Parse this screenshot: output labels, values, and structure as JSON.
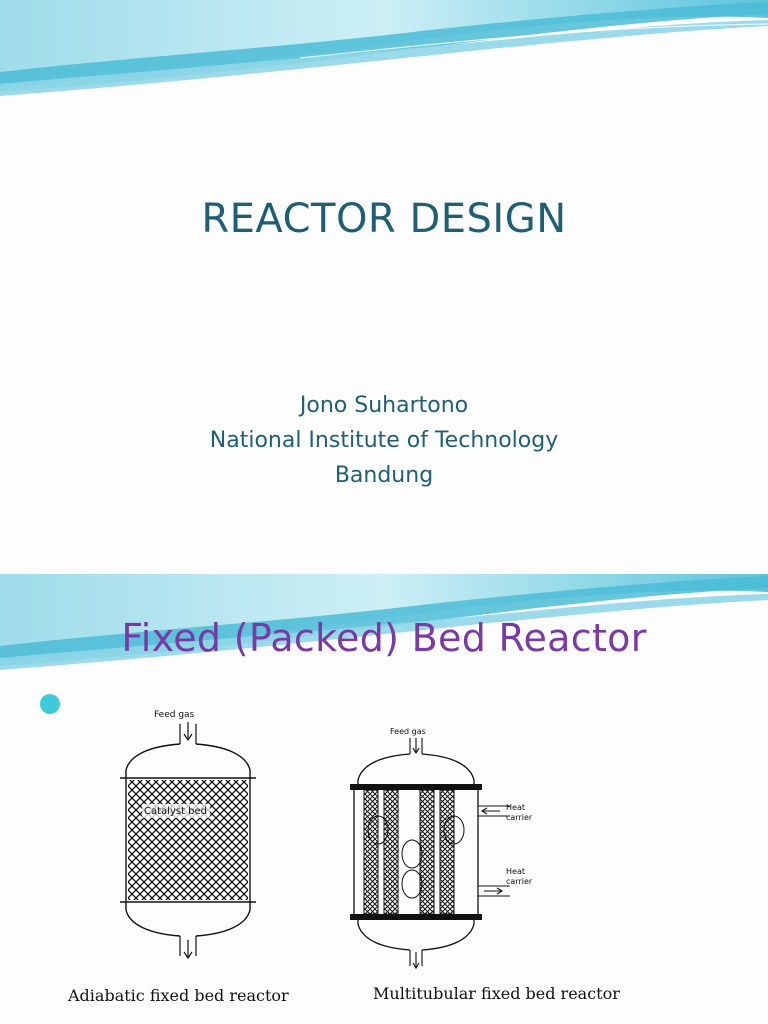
{
  "slide1": {
    "title": "REACTOR DESIGN",
    "author": "Jono Suhartono",
    "institution": "National Institute of Technology",
    "city": "Bandung"
  },
  "slide2": {
    "title": "Fixed (Packed) Bed Reactor",
    "figure_left": {
      "feed_label": "Feed gas",
      "bed_label": "Catalyst bed",
      "caption": "Adiabatic fixed bed reactor"
    },
    "figure_right": {
      "feed_label": "Feed gas",
      "heat_label_top": [
        "Heat",
        "carrier"
      ],
      "heat_label_bottom": [
        "Heat",
        "carrier"
      ],
      "caption": "Multitubular fixed bed reactor"
    }
  },
  "colors": {
    "title_teal": "#1f5f75",
    "title_purple": "#7a3aa6",
    "bullet_cyan": "#3fcadc",
    "swoosh_light": "#bfe9f2",
    "swoosh_mid": "#7fd3e6",
    "swoosh_dark": "#3fb6d2"
  }
}
